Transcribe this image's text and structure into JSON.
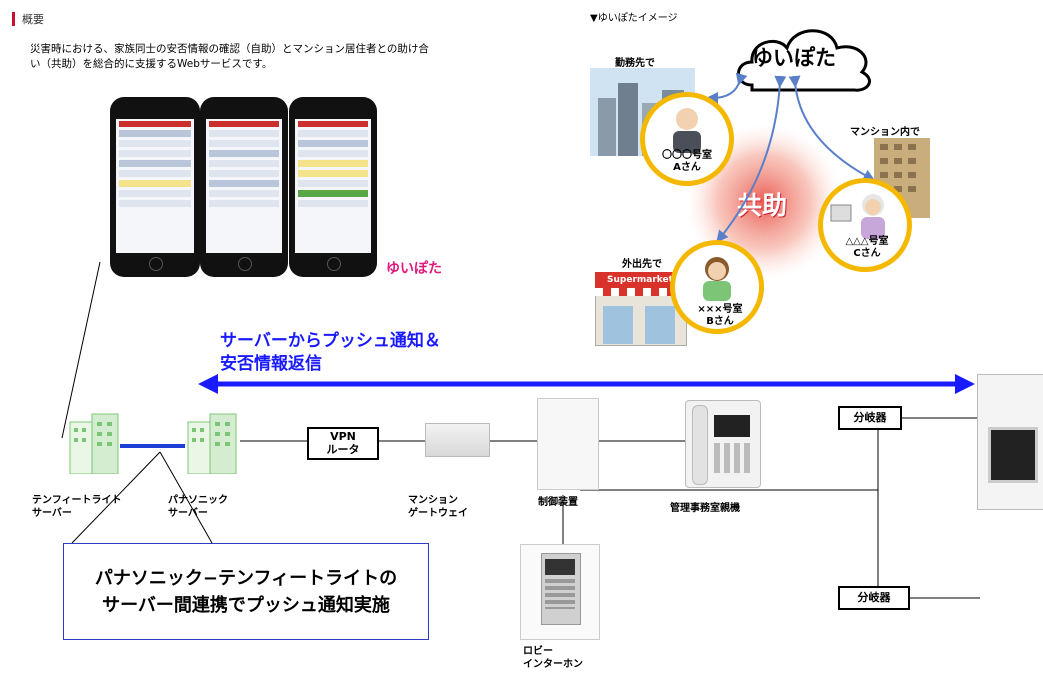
{
  "section": {
    "title": "概要"
  },
  "description": "災害時における、家族同士の安否情報の確認（自助）とマンション居住者との助け合い（共助）を総合的に支援するWebサービスです。",
  "app_logo_text": "ゆいぽた",
  "image_title": "▼ゆいぽたイメージ",
  "cloud_label": "ゆいぽた",
  "kyojo_label": "共助",
  "places": {
    "work": "勤務先で",
    "mansion": "マンション内で",
    "outside": "外出先で"
  },
  "store_sign": "Supermarket",
  "persons": {
    "a": "〇〇〇号室\nAさん",
    "b": "×××号室\nBさん",
    "c": "△△△号室\nCさん"
  },
  "push_notice": "サーバーからプッシュ通知＆\n安否情報返信",
  "devices": {
    "tenfeet_server": "テンフィートライト\nサーバー",
    "panasonic_server": "パナソニック\nサーバー",
    "vpn_router": "VPN\nルータ",
    "mansion_gateway": "マンション\nゲートウェイ",
    "control_unit": "制御装置",
    "office_intercom": "管理事務室親機",
    "lobby_intercom": "ロビー\nインターホン",
    "splitter_top": "分岐器",
    "splitter_bottom": "分岐器"
  },
  "callout": "パナソニック−テンフィートライトの\nサーバー間連携でプッシュ通知実施",
  "colors": {
    "accent_red": "#c8102e",
    "push_blue": "#1a1aff",
    "server_green": "#7cc576",
    "highlight_yellow": "#f5b800",
    "kyojo_red": "#e8534a"
  }
}
